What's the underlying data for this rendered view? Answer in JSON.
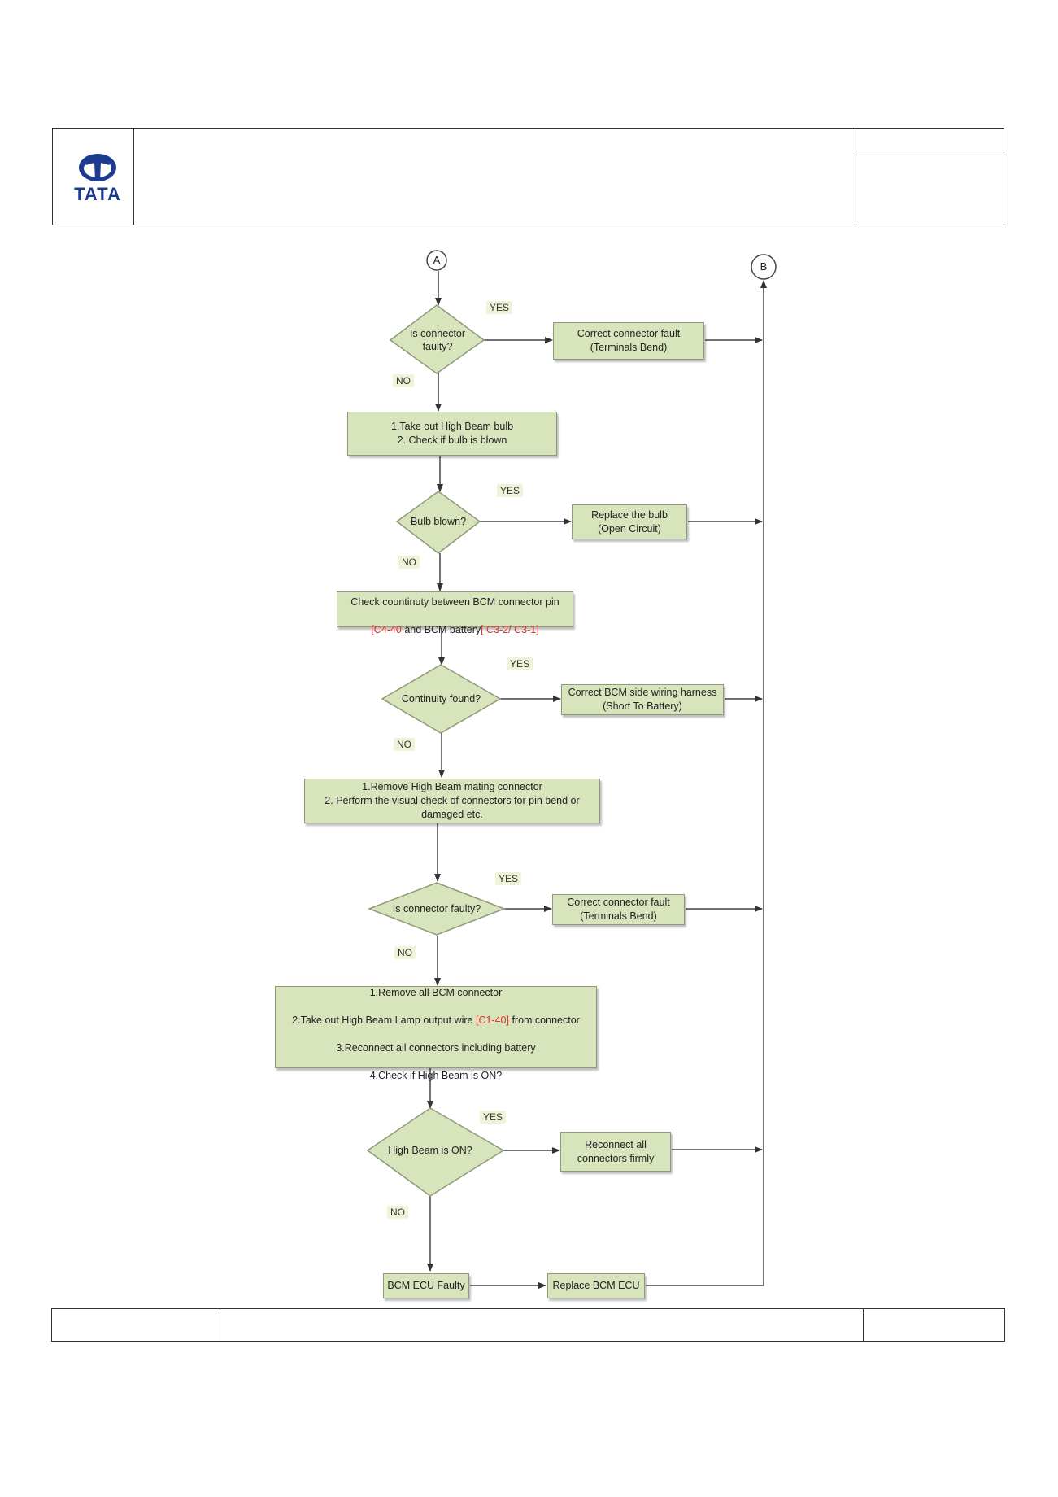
{
  "header": {
    "logo_text": "TATA"
  },
  "connectors": {
    "start": "A",
    "end": "B"
  },
  "flow": {
    "d1": "Is connector\nfaulty?",
    "d1_yes": "YES",
    "d1_no": "NO",
    "a1": "Correct connector fault\n(Terminals Bend)",
    "p1": "1.Take out High Beam bulb\n2. Check if bulb is blown",
    "d2": "Bulb blown?",
    "d2_yes": "YES",
    "d2_no": "NO",
    "a2": "Replace the bulb\n(Open Circuit)",
    "p2_line1": "Check countinuty between BCM connector pin",
    "p2_pin1": "[C4-40",
    "p2_mid": " and BCM battery",
    "p2_pin2": "[ C3-2/ C3-1]",
    "d3": "Continuity found?",
    "d3_yes": "YES",
    "d3_no": "NO",
    "a3": "Correct BCM side wiring harness\n(Short To Battery)",
    "p3": "1.Remove High Beam mating connector\n2. Perform the visual check of connectors for pin bend or\ndamaged etc.",
    "d4": "Is connector faulty?",
    "d4_yes": "YES",
    "d4_no": "NO",
    "a4": "Correct connector fault\n(Terminals Bend)",
    "p4_line1": "1.Remove all BCM connector",
    "p4_line2a": "2.Take out High Beam Lamp  output wire ",
    "p4_pin": "[C1-40]",
    "p4_line2b": " from connector",
    "p4_line3": "3.Reconnect all connectors including battery",
    "p4_line4": "4.Check if High Beam   is ON?",
    "d5": "High Beam  is ON?",
    "d5_yes": "YES",
    "d5_no": "NO",
    "a5": "Reconnect all\nconnectors firmly",
    "p5": "BCM ECU Faulty",
    "p6": "Replace BCM  ECU"
  }
}
